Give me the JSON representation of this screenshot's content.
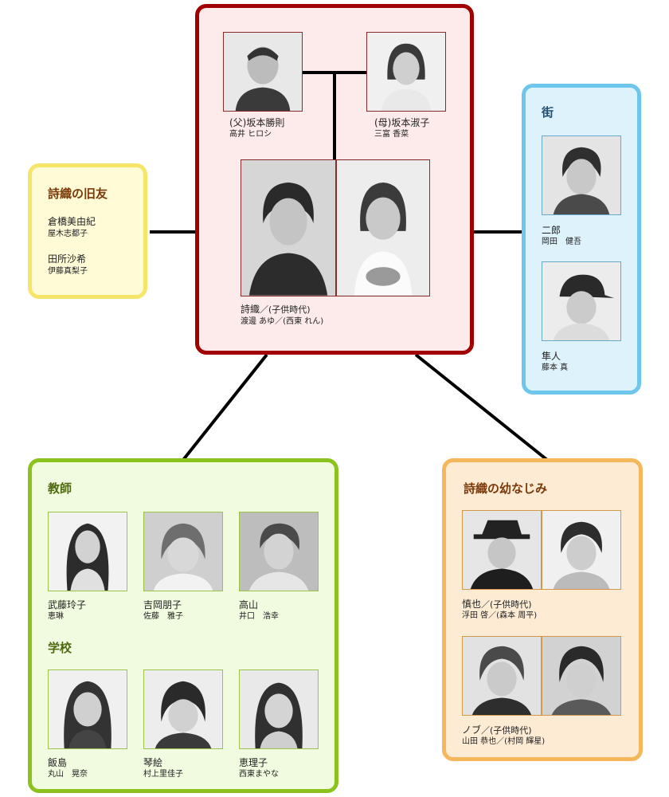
{
  "family": {
    "father": {
      "name": "(父)坂本勝則",
      "actor": "高井 ヒロシ"
    },
    "mother": {
      "name": "(母)坂本淑子",
      "actor": "三富 香菜"
    },
    "shiori": {
      "name": "詩織",
      "note": "／(子供時代)",
      "actor": "渡邊 あゆ／(西東 れん)"
    }
  },
  "old_friends": {
    "title": "詩織の旧友",
    "people": [
      {
        "name": "倉橋美由紀",
        "actor": "屋木志都子"
      },
      {
        "name": "田所沙希",
        "actor": "伊藤真梨子"
      }
    ]
  },
  "town": {
    "title": "街",
    "people": [
      {
        "name": "二郎",
        "actor": "岡田　健吾"
      },
      {
        "name": "隼人",
        "actor": "藤本 真"
      }
    ]
  },
  "teachers": {
    "title": "教師",
    "people": [
      {
        "name": "武藤玲子",
        "actor": "恵琳"
      },
      {
        "name": "吉岡朋子",
        "actor": "佐藤　雅子"
      },
      {
        "name": "高山",
        "actor": "井口　浩幸"
      }
    ]
  },
  "school": {
    "title": "学校",
    "people": [
      {
        "name": "飯島",
        "actor": "丸山　晃奈"
      },
      {
        "name": "琴絵",
        "actor": "村上里佳子"
      },
      {
        "name": "恵理子",
        "actor": "西東まやな"
      }
    ]
  },
  "childhood_friends": {
    "title": "詩織の幼なじみ",
    "people": [
      {
        "name": "慎也",
        "note": "／(子供時代)",
        "actor": "浮田 啓／(森本 周平)"
      },
      {
        "name": "ノブ",
        "note": "／(子供時代)",
        "actor": "山田 恭也／(村岡 輝星)"
      }
    ]
  },
  "colors": {
    "family_border": "#a00000",
    "family_bg": "#fdeaea",
    "old_friends_border": "#f5e66a",
    "old_friends_bg": "#fffbd6",
    "old_friends_title": "#7a3a0a",
    "town_border": "#6ec6ea",
    "town_bg": "#ddf2fb",
    "town_title": "#1f4e6e",
    "teachers_border": "#8cc21d",
    "teachers_bg": "#f1fbdf",
    "teachers_title": "#4f6a11",
    "childhood_border": "#f4b75c",
    "childhood_bg": "#fdebd3",
    "childhood_title": "#7a3a0a"
  }
}
